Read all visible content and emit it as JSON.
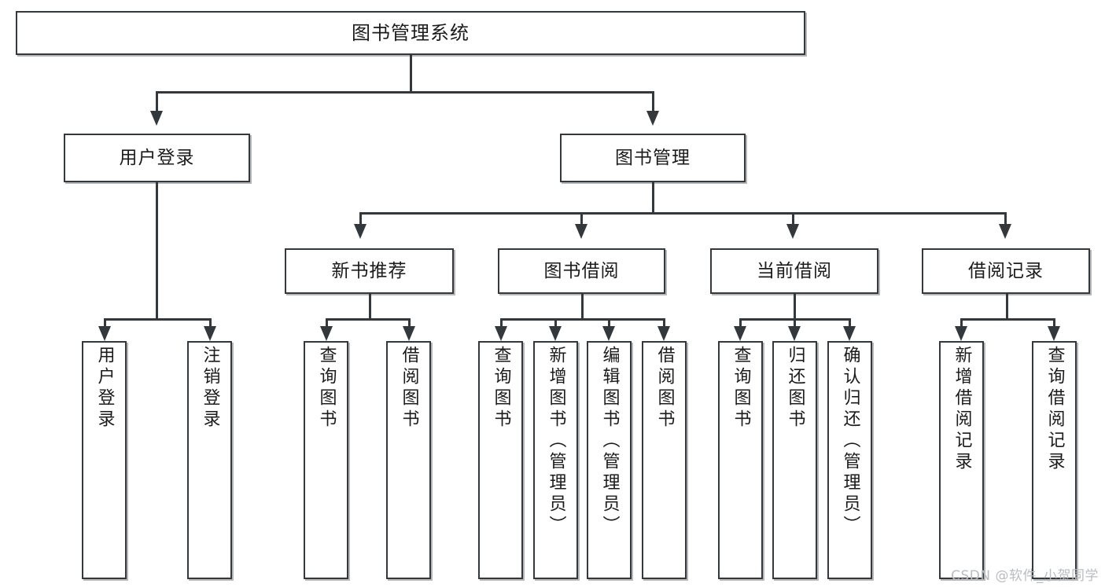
{
  "diagram": {
    "title": "图书管理系统",
    "type": "tree-hierarchy-diagram",
    "root": {
      "label": "图书管理系统"
    },
    "level2": [
      {
        "label": "用户登录"
      },
      {
        "label": "图书管理"
      }
    ],
    "level3": [
      {
        "label": "新书推荐"
      },
      {
        "label": "图书借阅"
      },
      {
        "label": "当前借阅"
      },
      {
        "label": "借阅记录"
      }
    ],
    "leaves": {
      "user_login": [
        {
          "label": "用户登录"
        },
        {
          "label": "注销登录"
        }
      ],
      "new_book_recommend": [
        {
          "label": "查询图书"
        },
        {
          "label": "借阅图书"
        }
      ],
      "book_borrow": [
        {
          "label": "查询图书"
        },
        {
          "label": "新增图书（管理员）"
        },
        {
          "label": "编辑图书（管理员）"
        },
        {
          "label": "借阅图书"
        }
      ],
      "current_borrow": [
        {
          "label": "查询图书"
        },
        {
          "label": "归还图书"
        },
        {
          "label": "确认归还（管理员）"
        }
      ],
      "borrow_record": [
        {
          "label": "新增借阅记录"
        },
        {
          "label": "查询借阅记录"
        }
      ]
    }
  },
  "watermark": {
    "text": "CSDN @软件_小贺同学"
  },
  "colors": {
    "stroke": "#33383d",
    "fill": "#ffffff",
    "text": "#1b1b1b",
    "watermark": "#b9bcc0"
  }
}
